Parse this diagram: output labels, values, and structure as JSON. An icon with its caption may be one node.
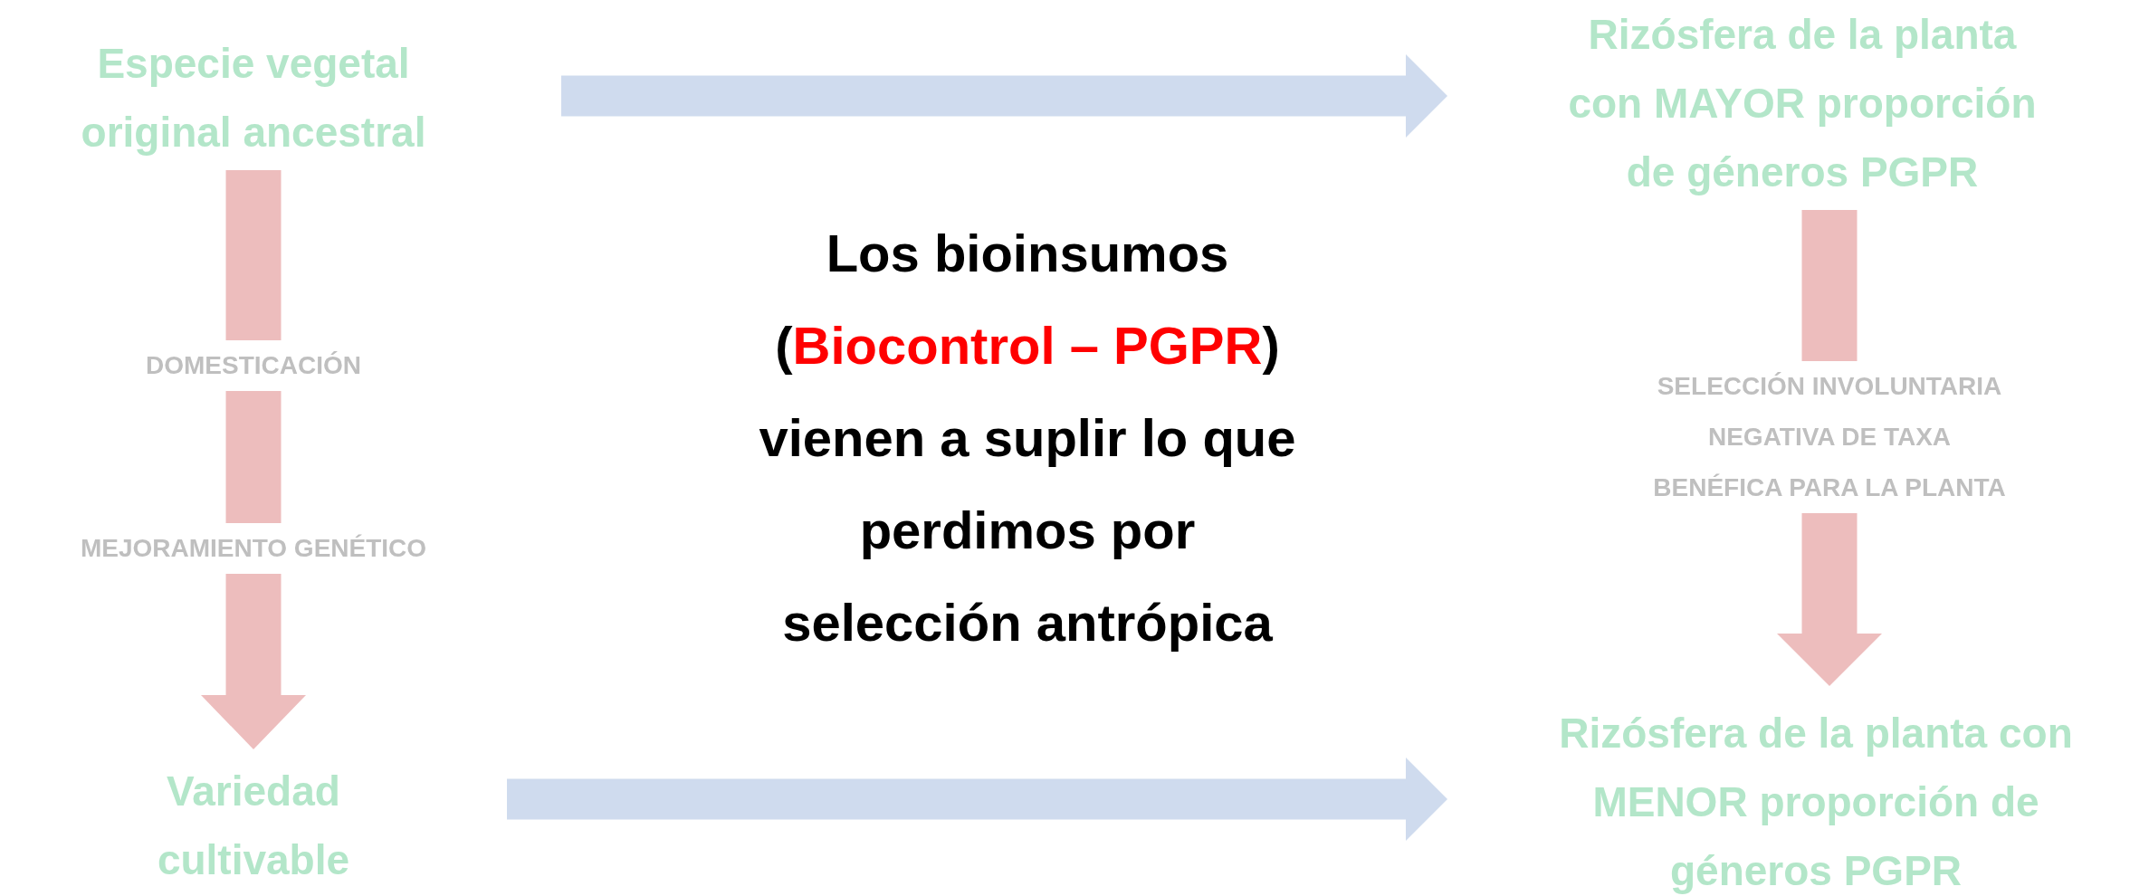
{
  "diagram": {
    "nodes": [
      {
        "text": [
          "Especie vegetal original ancestral"
        ]
      },
      {
        "text": [
          "Variedad cultivable"
        ]
      },
      {
        "text": [
          "Rizósfera de la planta con MAYOR proporción de géneros PGPR"
        ]
      },
      {
        "text": [
          "Rizósfera de la planta con MENOR proporción de géneros PGPR"
        ]
      }
    ],
    "edges": [
      {
        "from": 0,
        "to": 1,
        "arrow": "to",
        "color": "#edbdbd"
      },
      {
        "from": 2,
        "to": 3,
        "arrow": "to",
        "color": "#edbdbd",
        "label": "SELECCIÓN INVOLUNTARIA NEGATIVA DE TAXA BENÉFICA PARA LA PLANTA"
      },
      {
        "from": 0,
        "to": 2,
        "arrow": "to",
        "color": "#cfdbee"
      },
      {
        "from": 1,
        "to": 3,
        "arrow": "to",
        "color": "#cfdbee"
      }
    ],
    "labels": [
      "DOMESTICACIÓN",
      "MEJORAMIENTO GENÉTICO",
      "Los bioinsumos (**Biocontrol – PGPR**) vienen a suplir lo que perdimos por selección antrópica"
    ]
  }
}
